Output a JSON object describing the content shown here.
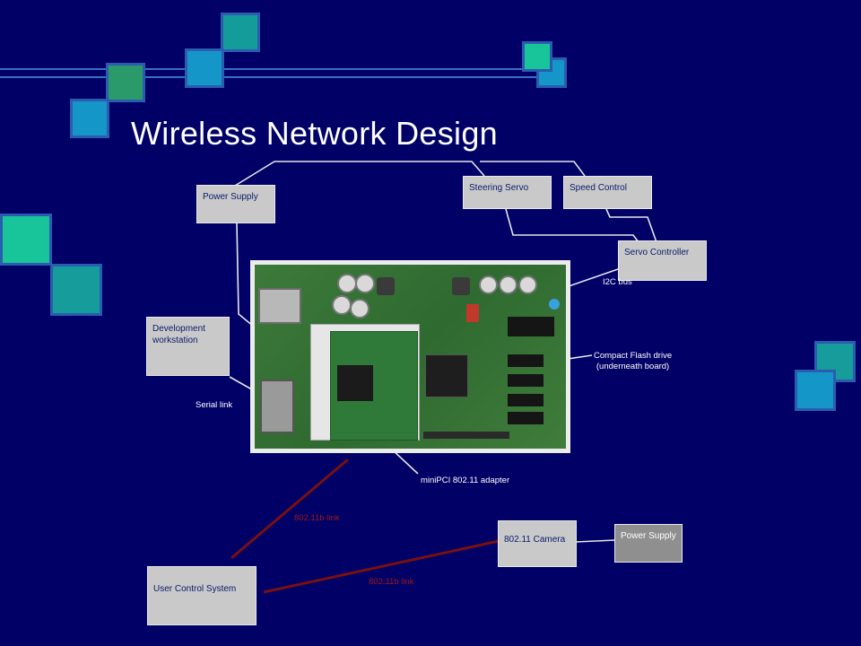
{
  "slide": {
    "title": "Wireless Network Design",
    "background": "#000066"
  },
  "diagram": {
    "boxes": {
      "power_supply_top": "Power Supply",
      "steering_servo": "Steering Servo",
      "speed_control": "Speed Control",
      "servo_controller": "Servo Controller",
      "dev_workstation": "Development\nworkstation",
      "user_control": "User Control System",
      "camera": "802.11 Camera",
      "power_supply_cam": "Power Supply"
    },
    "labels": {
      "i2c_bus": "I2C bus",
      "compact_flash": "Compact Flash drive\n(underneath board)",
      "serial_link": "Serial link",
      "minipci": "miniPCI 802.11 adapter",
      "link_a": "802.11b link",
      "link_b": "802.11b link"
    },
    "colors": {
      "box_fill": "#c9c9c9",
      "box_text": "#0a1a6a",
      "wireless_link": "#7a1010",
      "connector": "#e6e6e6"
    },
    "board_icon": "single-board-computer-photo"
  }
}
